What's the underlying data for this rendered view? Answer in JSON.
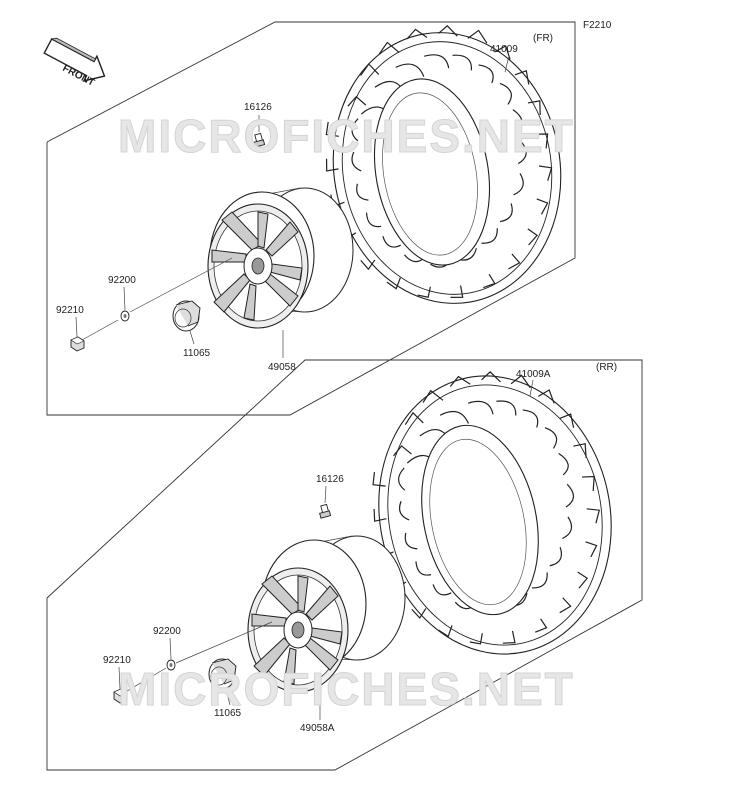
{
  "figure_code": "F2210",
  "front_arrow_label": "FRONT",
  "watermark": "MICROFICHES.NET",
  "front_panel": {
    "position_label": "(FR)",
    "parts": {
      "tire": "41009",
      "valve": "16126",
      "washer": "92200",
      "nut": "92210",
      "cap": "11065",
      "wheel": "49058"
    }
  },
  "rear_panel": {
    "position_label": "(RR)",
    "parts": {
      "tire": "41009A",
      "valve": "16126",
      "washer": "92200",
      "nut": "92210",
      "cap": "11065",
      "wheel": "49058A"
    }
  },
  "icons": [
    "front-arrow-icon",
    "tire-icon",
    "wheel-rim-icon",
    "valve-icon",
    "washer-icon",
    "nut-icon",
    "hub-cap-icon"
  ]
}
